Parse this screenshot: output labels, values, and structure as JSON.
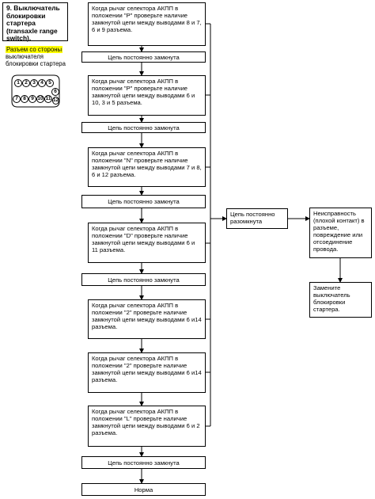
{
  "title": "9. Выключатель блокировки стартера (transaxle range switch).",
  "connector_note": "Разъем со стороны",
  "connector_sub": "выключателя блокировки стартера",
  "pins_top": [
    "1",
    "2",
    "3",
    "4",
    "5",
    "6"
  ],
  "pins_bottom": [
    "7",
    "8",
    "9",
    "10",
    "11",
    "12"
  ],
  "steps": [
    "Когда рычаг селектора АКПП в положении \"P\" проверьте наличие замкнутой цепи между выводами 8 и 7, 6 и 9 разъема.",
    "Цепь постоянно замкнута",
    "Когда рычаг селектора АКПП в положении \"P\" проверьте наличие замкнутой цепи между выводами 6 и 10, 3 и 5 разъема.",
    "Цепь постоянно замкнута",
    "Когда рычаг селектора АКПП в положении \"N\" проверьте наличие замкнутой цепи между выводами 7 и 8, 6 и 12 разъема.",
    "Цепь постоянно замкнута",
    "Когда рычаг селектора АКПП в положении \"D\" проверьте наличие замкнутой цепи между выводами 6 и 11 разъема.",
    "Цепь постоянно замкнута",
    "Когда рычаг селектора АКПП в положении \"2\" проверьте наличие замкнутой цепи между выводами 6 и14 разъема.",
    "Когда рычаг селектора АКПП в положении \"2\" проверьте наличие замкнутой цепи между выводами 6 и14 разъема.",
    "Когда рычаг селектора АКПП в положении \"L\" проверьте наличие замкнутой цепи между выводами 6 и 2 разъема.",
    "Цепь постоянно замкнута",
    "Норма"
  ],
  "open_circuit": "Цепь постоянно разомкнута",
  "fault": "Неисправность (плохой контакт) в разъеме, повреждение или отсоединение провода.",
  "action": "Замените выключатель блокировки стартера."
}
